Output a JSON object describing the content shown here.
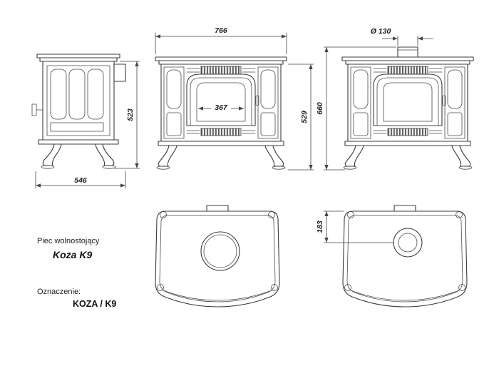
{
  "drawing": {
    "product_type": "Piec wolnostojący",
    "product_name": "Koza K9",
    "designation_label": "Oznaczenie:",
    "designation_value": "KOZA / K9",
    "dims": {
      "front_width": "766",
      "glass_width": "367",
      "body_height": "529",
      "total_height": "660",
      "side_height": "523",
      "depth": "546",
      "flue_diameter": "Ø 130",
      "flue_offset": "183"
    },
    "colors": {
      "line": "#3c3c3c",
      "background": "#ffffff"
    }
  }
}
